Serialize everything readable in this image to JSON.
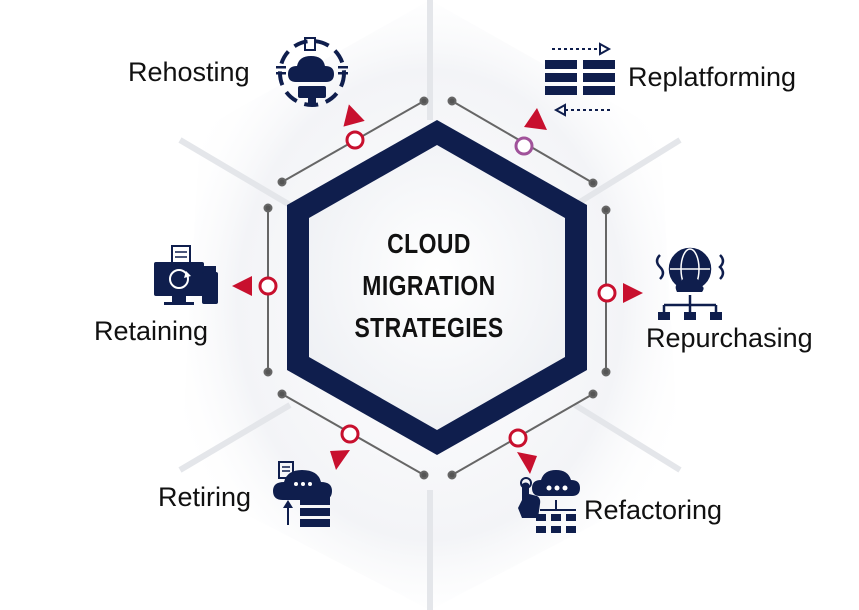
{
  "center": {
    "line1": "CLOUD",
    "line2": "MIGRATION",
    "line3": "STRATEGIES"
  },
  "strategies": [
    {
      "key": "rehosting",
      "label": "Rehosting",
      "icon": "cloud-server-cycle-icon"
    },
    {
      "key": "replatforming",
      "label": "Replatforming",
      "icon": "server-transfer-icon"
    },
    {
      "key": "repurchasing",
      "label": "Repurchasing",
      "icon": "globe-network-icon"
    },
    {
      "key": "refactoring",
      "label": "Refactoring",
      "icon": "cloud-touch-network-icon"
    },
    {
      "key": "retiring",
      "label": "Retiring",
      "icon": "cloud-database-upload-icon"
    },
    {
      "key": "retaining",
      "label": "Retaining",
      "icon": "desktop-refresh-usb-icon"
    }
  ],
  "colors": {
    "hexagon_border": "#0f1e4d",
    "accent_red": "#c8102e",
    "accent_purple": "#a0529a",
    "icon_navy": "#0f1e4d",
    "connector_gray": "#555555"
  }
}
